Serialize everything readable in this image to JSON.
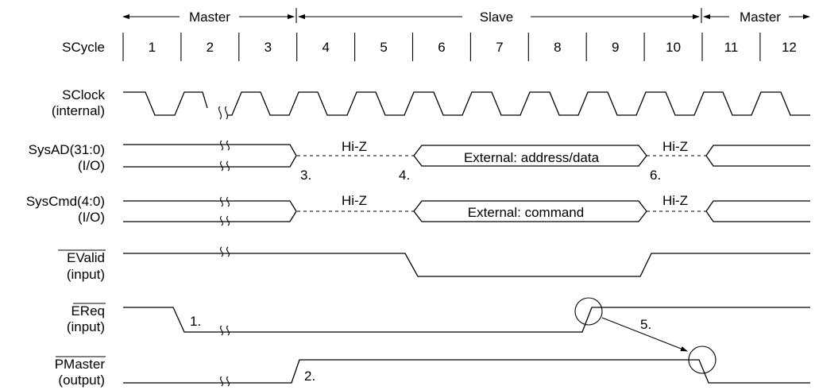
{
  "phases": {
    "master_left": "Master",
    "slave": "Slave",
    "master_right": "Master"
  },
  "cycle_row_label": "SCycle",
  "cycles": [
    "1",
    "2",
    "3",
    "4",
    "5",
    "6",
    "7",
    "8",
    "9",
    "10",
    "11",
    "12"
  ],
  "signals": {
    "sclock": {
      "name": "SClock",
      "dir": "(internal)"
    },
    "sysad": {
      "name": "SysAD(31:0)",
      "dir": "(I/O)"
    },
    "syscmd": {
      "name": "SysCmd(4:0)",
      "dir": "(I/O)"
    },
    "evalid": {
      "name": "EValid",
      "dir": "(input)"
    },
    "ereq": {
      "name": "EReq",
      "dir": "(input)"
    },
    "pmaster": {
      "name": "PMaster",
      "dir": "(output)"
    }
  },
  "annotations": {
    "hiz": "Hi-Z",
    "sysad_external": "External: address/data",
    "syscmd_external": "External: command",
    "step1": "1.",
    "step2": "2.",
    "step3": "3.",
    "step4": "4.",
    "step5": "5.",
    "step6": "6."
  }
}
